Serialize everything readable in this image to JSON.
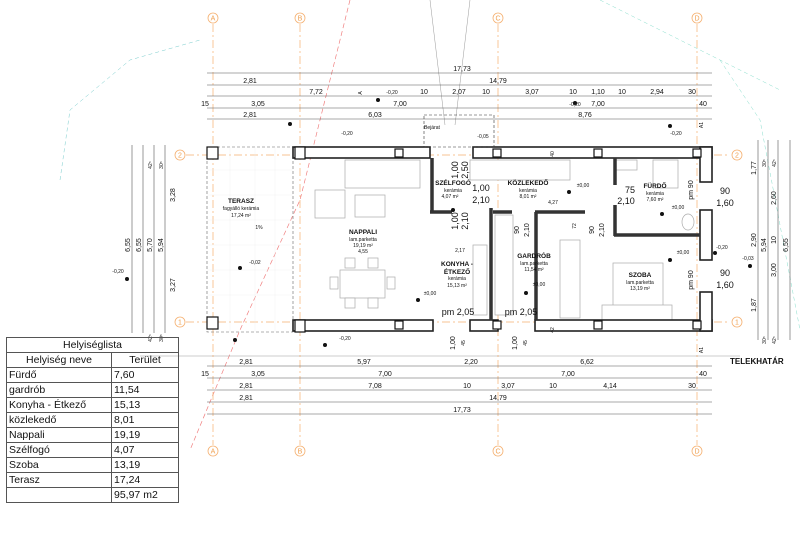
{
  "table": {
    "title": "Helyiséglista",
    "col_name": "Helyiség neve",
    "col_area": "Terület",
    "rows": [
      [
        "Fürdő",
        "7,60"
      ],
      [
        "gardrób",
        "11,54"
      ],
      [
        "Konyha - Étkező",
        "15,13"
      ],
      [
        "közlekedő",
        "8,01"
      ],
      [
        "Nappali",
        "19,19"
      ],
      [
        "Szélfogó",
        "4,07"
      ],
      [
        "Szoba",
        "13,19"
      ],
      [
        "Terasz",
        "17,24"
      ]
    ],
    "total": "95,97 m2"
  },
  "axes": {
    "A": "A",
    "B": "B",
    "C": "C",
    "D": "D",
    "one": "1",
    "two": "2"
  },
  "rooms": {
    "terasz": [
      "TERASZ",
      "fagyálló kerámia",
      "17,24 m²",
      "1%"
    ],
    "nappali": [
      "NAPPALI",
      "lam.parketta",
      "19,19 m²",
      "4,55"
    ],
    "szelfogo": [
      "SZÉLFOGÓ",
      "kerámia",
      "4,07 m²"
    ],
    "konyha": [
      "KONYHA -",
      "ÉTKEZŐ",
      "kerámia",
      "15,13 m²"
    ],
    "kozlekedo": [
      "KÖZLEKEDŐ",
      "kerámia",
      "8,01 m²"
    ],
    "furdo": [
      "FÜRDŐ",
      "kerámia",
      "7,60 m²"
    ],
    "gardrob": [
      "GARDRÓB",
      "lam.parketta",
      "11,54 m²"
    ],
    "szoba": [
      "SZOBA",
      "lam.parketta",
      "13,19 m²"
    ]
  },
  "dims_top": [
    [
      "17,73"
    ],
    [
      "2,81",
      "14,79"
    ],
    [
      "7,72",
      "-0,20",
      "10",
      "2,07",
      "10",
      "3,07",
      "10",
      "1,10",
      "10",
      "2,94",
      "30"
    ],
    [
      "15",
      "3,05",
      "7,00",
      "-0,20",
      "7,00",
      "40"
    ],
    [
      "2,81",
      "6,03",
      "8,76"
    ]
  ],
  "dims_bottom": [
    [
      "2,81",
      "5,97",
      "2,20",
      "6,62"
    ],
    [
      "15",
      "3,05",
      "7,00",
      "7,00",
      "40"
    ],
    [
      "2,81",
      "7,08",
      "10",
      "3,07",
      "10",
      "4,14",
      "30"
    ],
    [
      "2,81",
      "14,79"
    ],
    [
      "17,73"
    ]
  ],
  "dims_left": [
    "6,55",
    "6,55",
    "5,70",
    "5,94",
    "3,28",
    "3,27",
    "42⁵",
    "30⁵",
    "42⁵",
    "30⁵"
  ],
  "dims_right": [
    "1,77",
    "2,90",
    "1,87",
    "5,94",
    "2,60",
    "10",
    "3,00",
    "6,55",
    "30⁵",
    "42⁵",
    "30⁵",
    "42⁵"
  ],
  "annotations": {
    "entrance": "Bejárat",
    "lvl_entry": "-0,05",
    "lvl_top_l": "-0,20",
    "lvl_top_r": "-0,20",
    "lvl_ter": "-0,02",
    "lvl_left": "-0,20",
    "lvl_bot": "-0,20",
    "lvl_koz": "±0,00",
    "lvl_furdo": "±0,00",
    "lvl_konyha": "±0,00",
    "lvl_gard": "±0,00",
    "lvl_szoba": "±0,00",
    "lvl_right": "-0,20",
    "lvl_right2": "-0,03",
    "pm1": "pm 2,05",
    "pm2": "pm 2,05",
    "boundary": "TELEKHATÁR",
    "d100a": "1,00",
    "d250": "2,50",
    "d100b": "1,00",
    "d210a": "2,10",
    "d100c": "1,00",
    "d210b": "2,10",
    "d217": "2,17",
    "d427": "4,27",
    "d75": "75",
    "d210c": "2,10",
    "pm90a": "pm 90",
    "pm90b": "pm 90",
    "d90a": "90",
    "d160a": "1,60",
    "d90b": "90",
    "d160b": "1,60",
    "d90c": "90",
    "d210d": "2,10",
    "d90d": "90",
    "d210e": "2,10",
    "d100d": "1,00",
    "d45a": "45",
    "d100e": "1,00",
    "d45b": "45",
    "d40": "40",
    "d42": "42",
    "d72": "72",
    "secA": "A",
    "secA1": "A1"
  }
}
